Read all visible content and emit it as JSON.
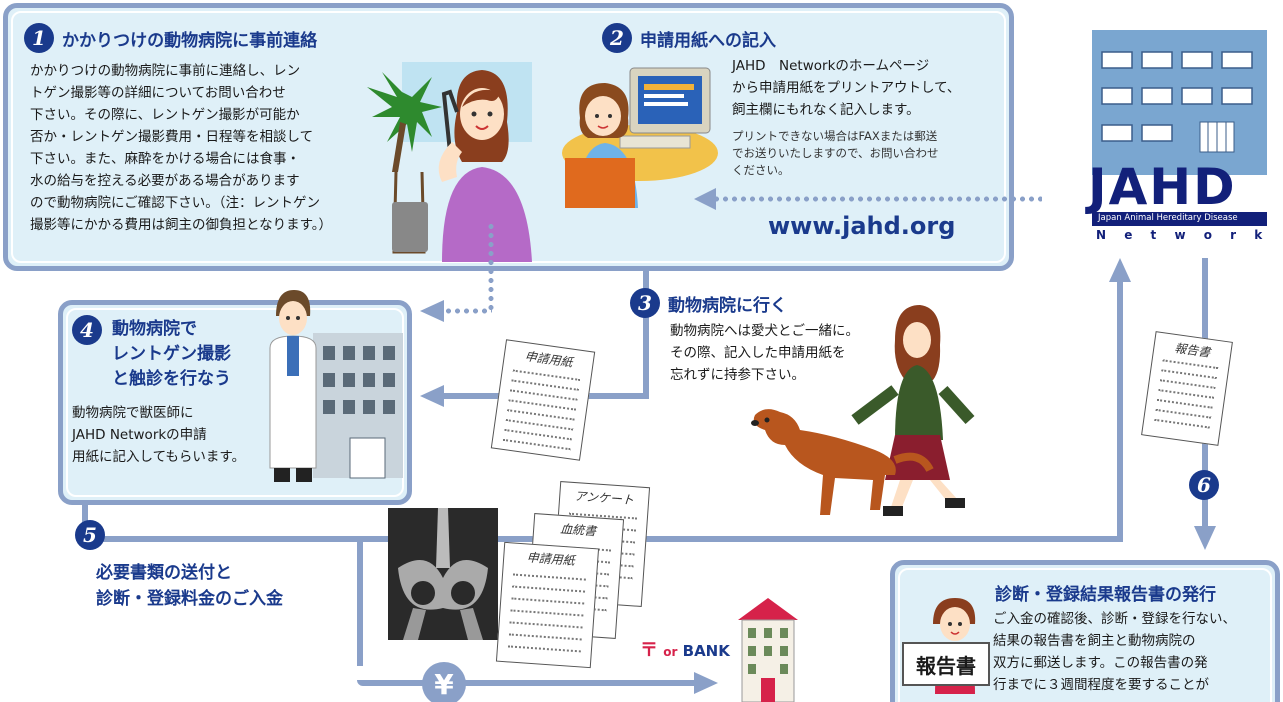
{
  "step1": {
    "number": "1",
    "title": "かかりつけの動物病院に事前連絡",
    "lines": [
      "かかりつけの動物病院に事前に連絡し、レン",
      "トゲン撮影等の詳細についてお問い合わせ",
      "下さい。その際に、レントゲン撮影が可能か",
      "否か・レントゲン撮影費用・日程等を相談して",
      "下さい。また、麻酔をかける場合には食事・",
      "水の給与を控える必要がある場合があります",
      "ので動物病院にご確認下さい。（注：レントゲン",
      "撮影等にかかる費用は飼主の御負担となります。）"
    ]
  },
  "step2": {
    "number": "2",
    "title": "申請用紙への記入",
    "lines": [
      "JAHD　Networkのホームページ",
      "から申請用紙をプリントアウトして、",
      "飼主欄にもれなく記入します。"
    ],
    "note_lines": [
      "プリントできない場合はFAXまたは郵送",
      "でお送りいたしますので、お問い合わせ",
      "ください。"
    ],
    "url": "www.jahd.org"
  },
  "step3": {
    "number": "3",
    "title": "動物病院に行く",
    "lines": [
      "動物病院へは愛犬とご一緒に。",
      "その際、記入した申請用紙を",
      "忘れずに持参下さい。"
    ]
  },
  "step4": {
    "number": "4",
    "title_lines": [
      "動物病院で",
      "レントゲン撮影",
      "と触診を行なう"
    ],
    "lines": [
      "動物病院で獣医師に",
      "JAHD Networkの申請",
      "用紙に記入してもらいます。"
    ]
  },
  "step5": {
    "number": "5",
    "title_lines": [
      "必要書類の送付と",
      "診断・登録料金のご入金"
    ]
  },
  "step6": {
    "number": "6",
    "title": "診断・登録結果報告書の発行",
    "lines": [
      "ご入金の確認後、診断・登録を行ない、",
      "結果の報告書を飼主と動物病院の",
      "双方に郵送します。この報告書の発",
      "行までに３週間程度を要することが"
    ],
    "sign_label": "報告書"
  },
  "documents": {
    "application_form": "申請用紙",
    "consent_form": "血統書",
    "survey": "アンケート",
    "report": "報告書"
  },
  "jahd_logo": {
    "letters": "JAHD",
    "subtitle": "Japan Animal Hereditary Disease",
    "network": "N e t w o r k"
  },
  "payment": {
    "yen_symbol": "¥",
    "post_symbol": "〒",
    "or_text": "or",
    "bank_text": "BANK"
  },
  "colors": {
    "box_fill": "#dff0f8",
    "box_border": "#8aa0c8",
    "accent_blue": "#1a3a8c",
    "logo_navy": "#12207a",
    "bank_red": "#d6224a"
  }
}
